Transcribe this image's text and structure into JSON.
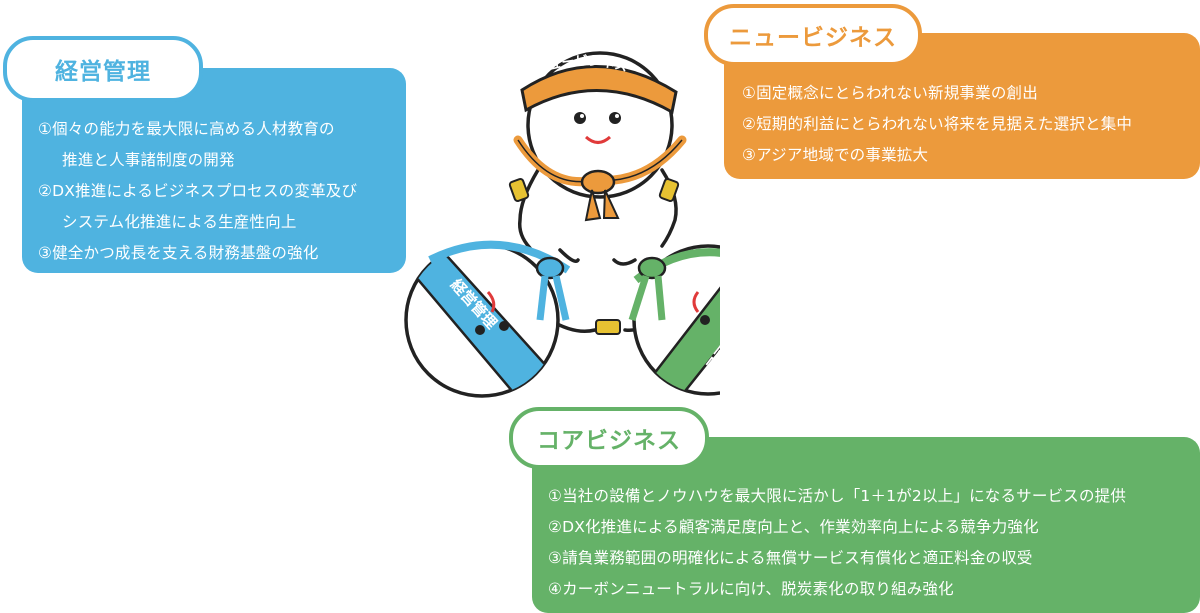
{
  "management": {
    "title": "経営管理",
    "items": [
      [
        "①個々の能力を最大限に高める人材教育の",
        "推進と人事諸制度の開発"
      ],
      [
        "②DX推進によるビジネスプロセスの変革及び",
        "システム化推進による生産性向上"
      ],
      [
        "③健全かつ成長を支える財務基盤の強化"
      ]
    ],
    "color": "#4fb3e0"
  },
  "new_business": {
    "title": "ニュービジネス",
    "items": [
      [
        "①固定概念にとらわれない新規事業の創出"
      ],
      [
        "②短期的利益にとらわれない将来を見据えた選択と集中"
      ],
      [
        "③アジア地域での事業拡大"
      ]
    ],
    "color": "#ec9a3c"
  },
  "core_business": {
    "title": "コアビジネス",
    "items": [
      [
        "①当社の設備とノウハウを最大限に活かし「1＋1が2以上」になるサービスの提供"
      ],
      [
        "②DX化推進による顧客満足度向上と、作業効率向上による競争力強化"
      ],
      [
        "③請負業務範囲の明確化による無償サービス有償化と適正料金の収受"
      ],
      [
        "④カーボンニュートラルに向け、脱炭素化の取り組み強化"
      ]
    ],
    "color": "#65b268"
  },
  "mascots": {
    "top_band": "ニュービジネス",
    "left_band": "経営管理",
    "right_band": "コアビジネス"
  }
}
